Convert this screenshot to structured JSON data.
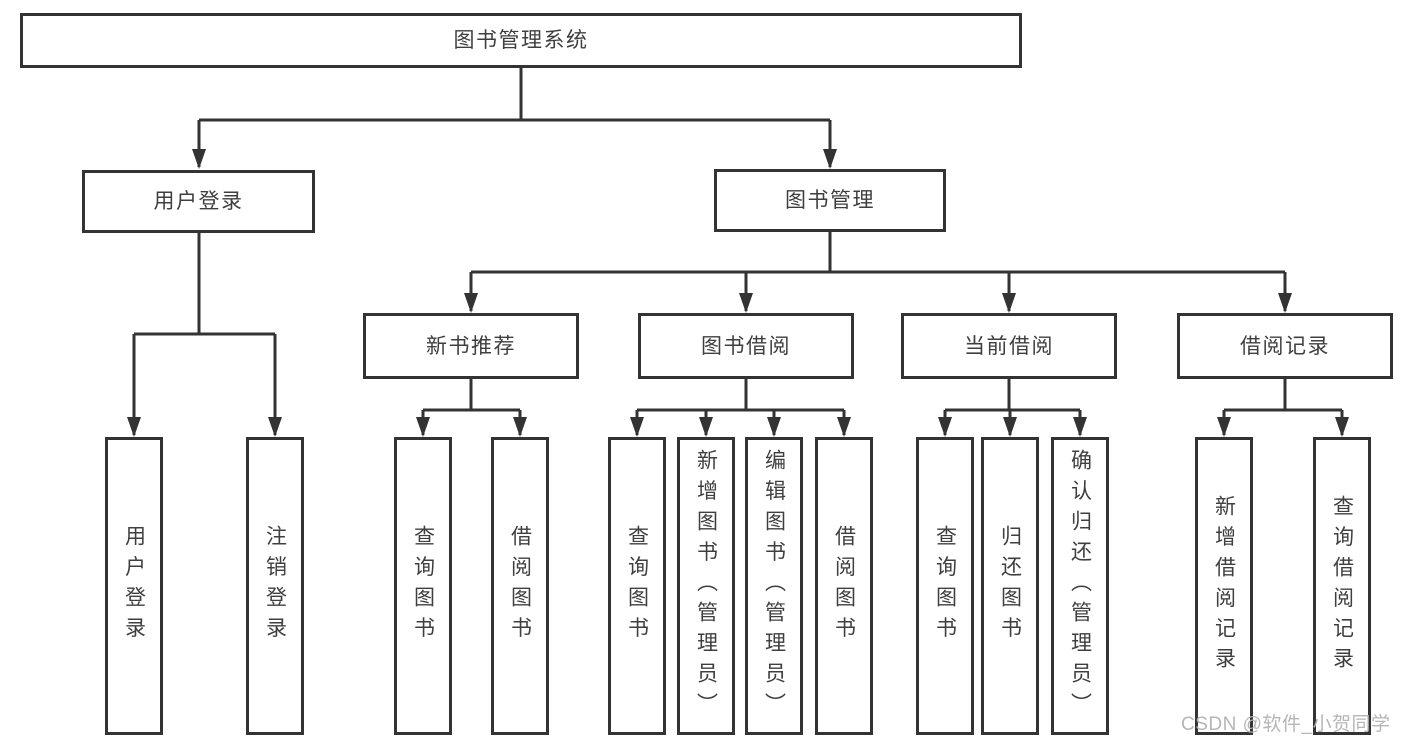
{
  "diagram": {
    "root_label": "图书管理系统",
    "level2": {
      "user_login": "用户登录",
      "book_management": "图书管理"
    },
    "level3": {
      "new_book_recommendation": "新书推荐",
      "book_borrowing": "图书借阅",
      "current_borrowing": "当前借阅",
      "borrowing_records": "借阅记录"
    },
    "leaves": {
      "user_login": [
        "用户登录",
        "注销登录"
      ],
      "new_book_recommendation": [
        "查询图书",
        "借阅图书"
      ],
      "book_borrowing": [
        "查询图书",
        "新增图书（管理员）",
        "编辑图书（管理员）",
        "借阅图书"
      ],
      "current_borrowing": [
        "查询图书",
        "归还图书",
        "确认归还（管理员）"
      ],
      "borrowing_records": [
        "新增借阅记录",
        "查询借阅记录"
      ]
    }
  },
  "watermark": {
    "text": "CSDN @软件_小贺同学"
  },
  "colors": {
    "background": "#ffffff",
    "line": "#333333",
    "box_border": "#333333",
    "box_fill": "#ffffff",
    "label_text": "#3f3f3f",
    "watermark_text": "#b2b2b4"
  }
}
